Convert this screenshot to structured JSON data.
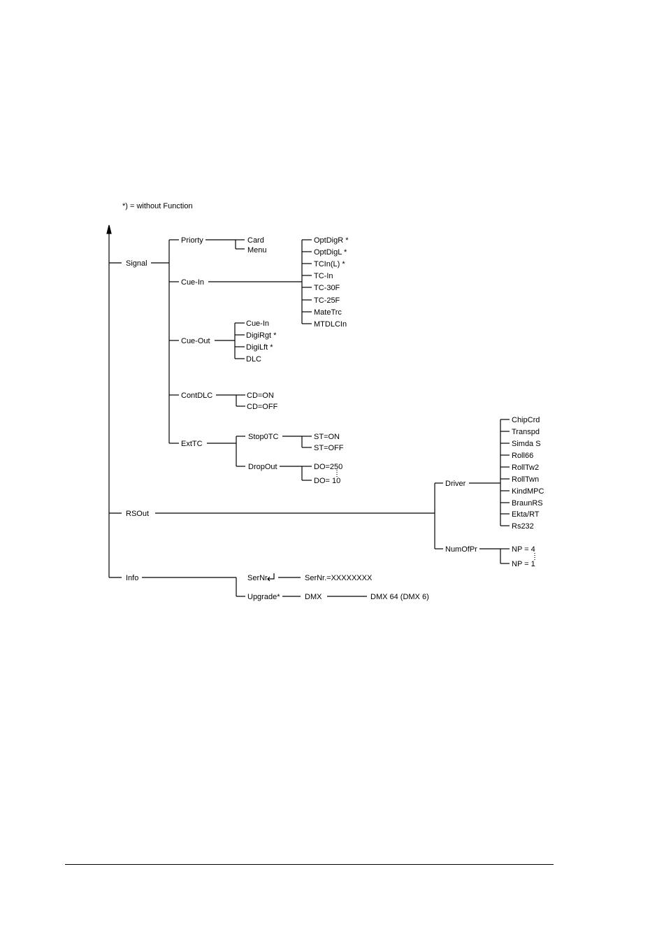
{
  "legend": "*) = without Function",
  "menu": {
    "signal": {
      "label": "Signal",
      "priority": {
        "label": "Priorty",
        "options": [
          "Card",
          "Menu"
        ]
      },
      "cue_in": {
        "label": "Cue-In",
        "options": [
          "OptDigR *",
          "OptDigL *",
          "TCIn(L) *",
          "TC-In",
          "TC-30F",
          "TC-25F",
          "MateTrc",
          "MTDLCIn"
        ]
      },
      "cue_out": {
        "label": "Cue-Out",
        "options": [
          "Cue-In",
          "DigiRgt *",
          "DigiLft *",
          "DLC"
        ]
      },
      "cont_dlc": {
        "label": "ContDLC",
        "options": [
          "CD=ON",
          "CD=OFF"
        ]
      },
      "ext_tc": {
        "label": "ExtTC",
        "stop0tc": {
          "label": "Stop0TC",
          "options": [
            "ST=ON",
            "ST=OFF"
          ]
        },
        "dropout": {
          "label": "DropOut",
          "options": [
            "DO=250",
            "DO= 10"
          ]
        }
      }
    },
    "rsout": {
      "label": "RSOut",
      "driver": {
        "label": "Driver",
        "options": [
          "ChipCrd",
          "Transpd",
          "Simda S",
          "Roll66",
          "RollTw2",
          "RollTwn",
          "KindMPC",
          "BraunRS",
          "Ekta/RT",
          "Rs232"
        ]
      },
      "numofpr": {
        "label": "NumOfPr",
        "options": [
          "NP = 4",
          "NP = 1"
        ]
      }
    },
    "info": {
      "label": "Info",
      "sernr": {
        "label": "SerNr.",
        "value": "SerNr.=XXXXXXXX"
      },
      "upgrade": {
        "label": "Upgrade*",
        "dmx_label": "DMX",
        "dmx_value": "DMX 64 (DMX 6)"
      }
    }
  }
}
